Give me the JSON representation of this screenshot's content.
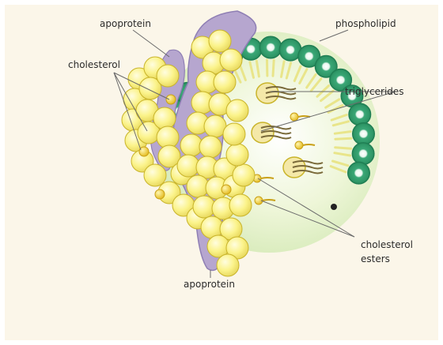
{
  "colors": {
    "background": "#fbf6e9",
    "apoprotein": "#b6a6cf",
    "apoprotein_edge": "#8f7fb4",
    "cholesterol_yellow": "#fbf38a",
    "cholesterol_edge": "#c9b42a",
    "phospholipid_green": "#3aa776",
    "phospholipid_dark": "#1e7d52",
    "core_fill": "#eef6d8",
    "leader_line": "#6b6b6b"
  },
  "labels": {
    "apoprotein_top": "apoprotein",
    "cholesterol": "cholesterol",
    "phospholipid": "phospholipid",
    "triglycerides": "triglycerides",
    "cholesterol_esters_line1": "cholesterol",
    "cholesterol_esters_line2": "esters",
    "apoprotein_bottom": "apoprotein"
  }
}
